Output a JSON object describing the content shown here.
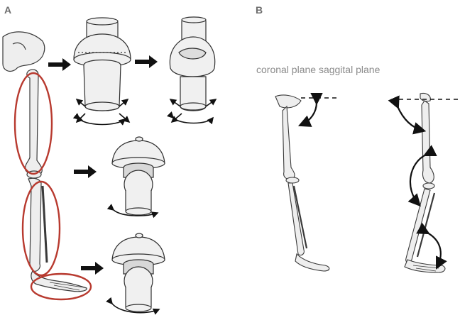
{
  "panels": {
    "a": {
      "label": "A"
    },
    "b": {
      "label": "B",
      "caption": "coronal plane saggital plane"
    }
  },
  "colors": {
    "ellipse": "#b83a2f",
    "bone_fill": "#eeeeee",
    "bone_stroke": "#3a3a3a",
    "arrow": "#111111",
    "text": "#6d6d6d"
  }
}
